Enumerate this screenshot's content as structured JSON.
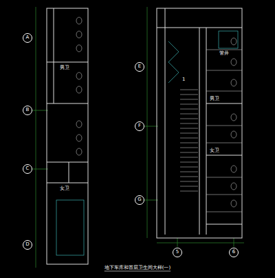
{
  "diagram": {
    "caption": "地下车库和首层卫生间大样(一)",
    "nodes": [
      {
        "text": [
          "A"
        ]
      },
      {
        "text": [
          "B"
        ]
      },
      {
        "text": [
          "C"
        ]
      },
      {
        "text": [
          "D"
        ]
      },
      {
        "text": [
          "E"
        ]
      },
      {
        "text": [
          "F"
        ]
      },
      {
        "text": [
          "G"
        ]
      },
      {
        "text": [
          "5"
        ]
      },
      {
        "text": [
          "6"
        ]
      }
    ],
    "labels": [
      "男卫",
      "女卫",
      "1",
      "男卫",
      "女卫",
      "管井"
    ]
  }
}
